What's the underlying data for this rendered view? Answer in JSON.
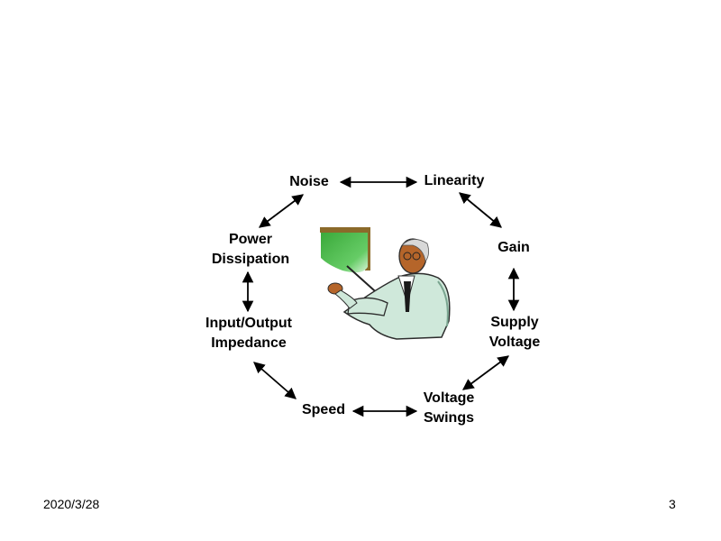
{
  "diagram": {
    "nodes": {
      "noise": [
        "Noise"
      ],
      "linearity": [
        "Linearity"
      ],
      "gain": [
        "Gain"
      ],
      "supply_voltage": [
        "Supply",
        "Voltage"
      ],
      "voltage_swings": [
        "Voltage",
        "Swings"
      ],
      "speed": [
        "Speed"
      ],
      "io_impedance": [
        "Input/Output",
        "Impedance"
      ],
      "power_dissipation": [
        "Power",
        "Dissipation"
      ]
    },
    "arrow_color": "#000000",
    "clipart_icon": "presenter-with-board-icon"
  },
  "footer": {
    "date": "2020/3/28",
    "page_number": "3"
  }
}
